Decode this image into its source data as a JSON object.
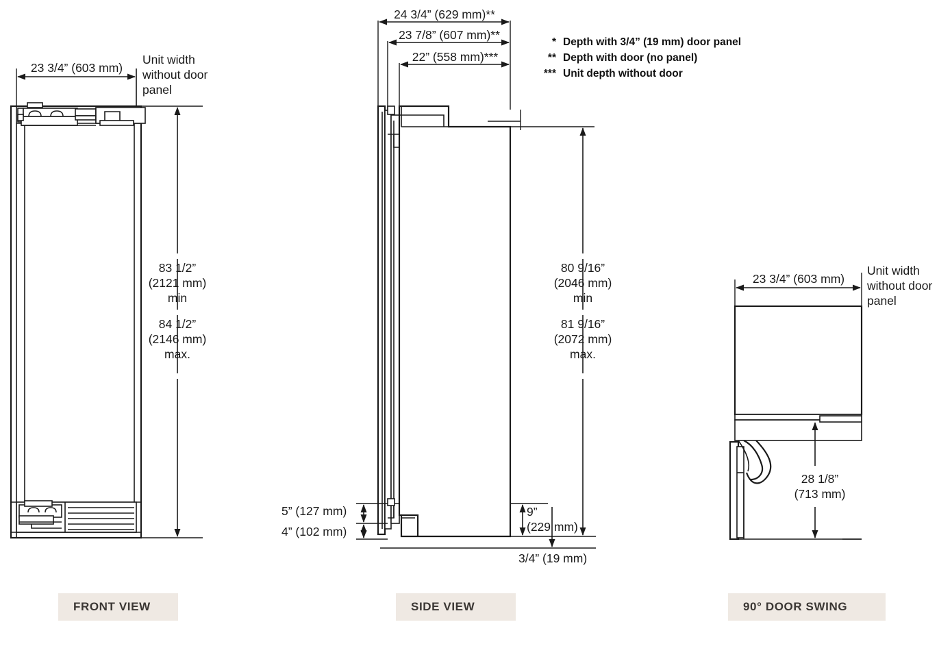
{
  "document": {
    "type": "appliance-dimension-drawing",
    "title": "Built-in Column Refrigerator Installation Dimensions"
  },
  "legend": {
    "items": [
      {
        "marker": "*",
        "text": "Depth with 3/4” (19 mm) door panel"
      },
      {
        "marker": "**",
        "text": "Depth with door (no panel)"
      },
      {
        "marker": "***",
        "text": "Unit depth without door"
      }
    ]
  },
  "views": [
    {
      "id": "front-view",
      "caption": "FRONT VIEW",
      "dimensions": {
        "width": "23 3/4” (603 mm)",
        "width_note": "Unit width without door panel",
        "height_min_l1": "83 1/2”",
        "height_min_l2": "(2121 mm)",
        "height_min_l3": "min",
        "height_max_l1": "84 1/2”",
        "height_max_l2": "(2146 mm)",
        "height_max_l3": "max."
      }
    },
    {
      "id": "side-view",
      "caption": "SIDE VIEW",
      "dimensions": {
        "depth_with_door_no_panel": "24 3/4” (629 mm)**",
        "depth_with_panel": "23 7/8” (607 mm)**",
        "depth_without_door": "22” (558 mm)***",
        "height_min_l1": "80 9/16”",
        "height_min_l2": "(2046 mm)",
        "height_min_l3": "min",
        "height_max_l1": "81 9/16”",
        "height_max_l2": "(2072 mm)",
        "height_max_l3": "max.",
        "base_upper": "5” (127 mm)",
        "base_lower": "4” (102 mm)",
        "toe_height_l1": "9”",
        "toe_height_l2": "(229 mm)",
        "floor_clearance": "3/4” (19 mm)"
      }
    },
    {
      "id": "door-swing-view",
      "caption": "90° DOOR SWING",
      "dimensions": {
        "width": "23 3/4” (603 mm)",
        "width_note": "Unit width without door panel",
        "swing_depth_l1": "28 1/8”",
        "swing_depth_l2": "(713 mm)"
      }
    }
  ],
  "colors": {
    "line": "#1a1a1a",
    "caption_bg": "#efe9e3",
    "caption_text": "#3b3734",
    "page_bg": "#ffffff"
  }
}
